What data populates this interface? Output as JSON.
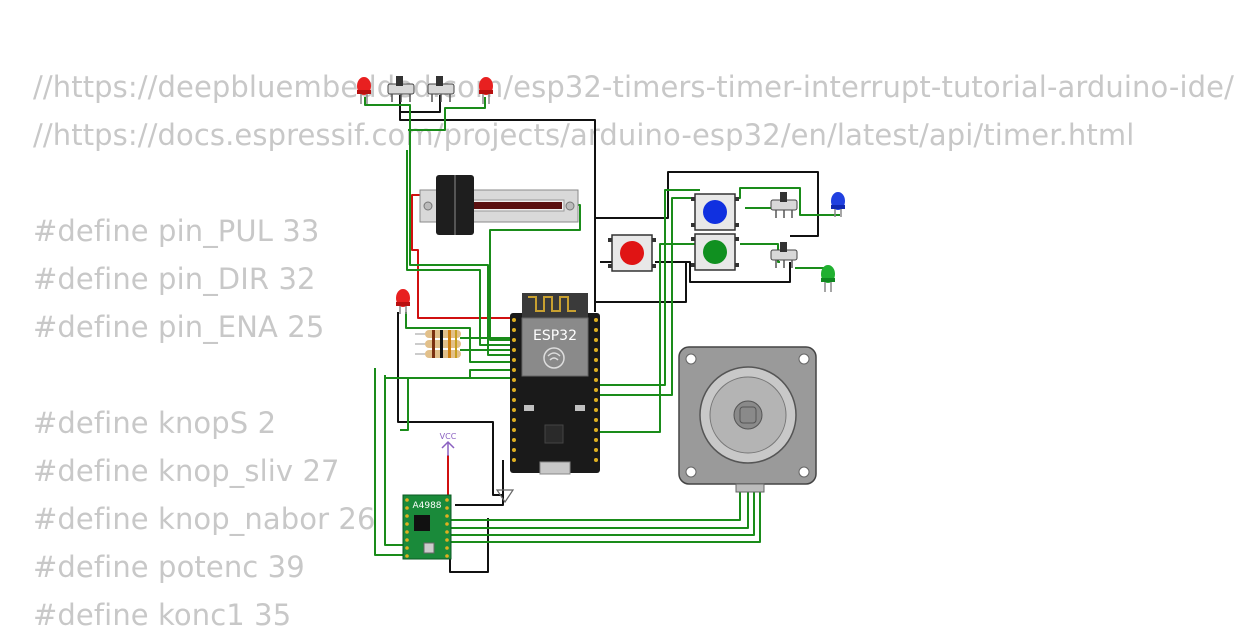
{
  "code_lines": [
    "//https://deepbluembedded.com/esp32-timers-timer-interrupt-tutorial-arduino-ide/",
    "//https://docs.espressif.com/projects/arduino-esp32/en/latest/api/timer.html",
    "",
    "#define pin_PUL 33",
    "#define pin_DIR 32",
    "#define pin_ENA 25",
    "",
    "#define knopS 2",
    "#define knop_sliv 27",
    "#define knop_nabor 26",
    "#define potenc 39",
    "#define konc1 35"
  ],
  "labels": {
    "esp32": "ESP32",
    "driver": "A4988",
    "vcc": "VCC"
  },
  "colors": {
    "wire_green": "#1a8c1a",
    "wire_black": "#111111",
    "wire_red": "#d01010",
    "board_black": "#1a1a1a",
    "driver_green": "#1a8a3a",
    "button_red": "#e01414",
    "button_blue": "#1030e0",
    "button_green": "#109020",
    "led_red": "#e82020",
    "led_blue": "#2040e0",
    "led_green": "#20b030"
  },
  "icons": {
    "wifi": "wifi-logo-icon",
    "ground": "ground-symbol-icon",
    "vcc": "vcc-arrow-icon"
  }
}
